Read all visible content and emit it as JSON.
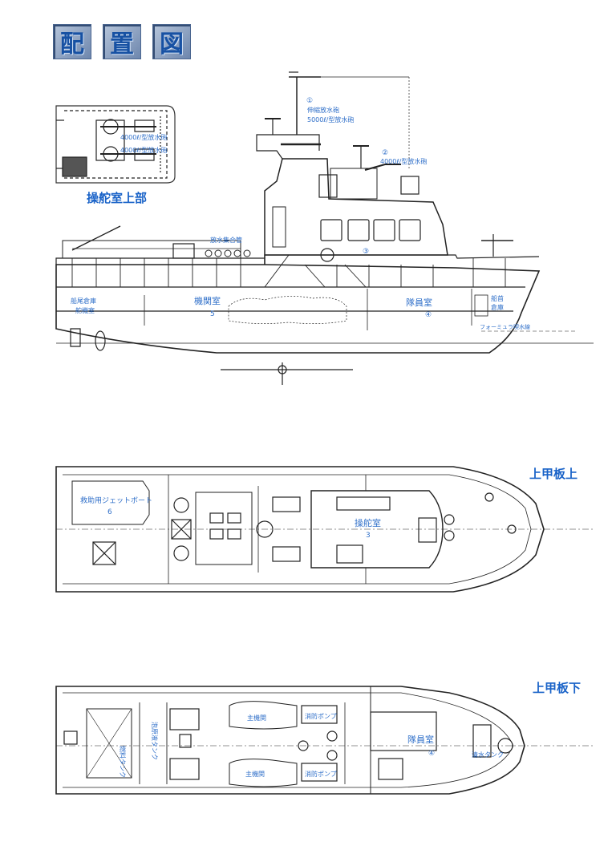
{
  "title": {
    "chars": [
      "配",
      "置",
      "図"
    ]
  },
  "headings": {
    "bridge_top": "操舵室上部",
    "upper_deck_top": "上甲板上",
    "upper_deck_bottom": "上甲板下"
  },
  "side_view": {
    "gun1_no": "①",
    "gun1_line1": "伸縮放水砲",
    "gun1_line2": "5000ℓ/型放水砲",
    "gun2_no": "②",
    "gun2_text": "4000ℓ/型放水砲",
    "manifold": "放水集合管",
    "marker3": "③",
    "engine_room": "機関室",
    "marker5": "5",
    "crew_room": "隊員室",
    "marker4": "④",
    "stern_store_1": "船尾倉庫",
    "stern_store_2": "舵機室",
    "bow_store_1": "船首",
    "bow_store_2": "倉庫",
    "waterline": "フォーミュラ喫水線"
  },
  "bridge_top_view": {
    "gun_a": "4000ℓ/型放水砲",
    "gun_b": "4000ℓ/型放水砲"
  },
  "upper_deck_view": {
    "jetboat": "救助用ジェットボート",
    "marker6": "6",
    "bridge": "操舵室",
    "marker3": "3"
  },
  "lower_deck_view": {
    "main_engine_1": "主機関",
    "main_engine_2": "主機関",
    "fire_pump_1": "消防ポンプ",
    "fire_pump_2": "消防ポンプ",
    "fuel_tank": "燃料タンク",
    "foam_tank": "泡原液タンク",
    "crew_room": "隊員室",
    "marker4": "④",
    "bow_tank": "清水タンク"
  }
}
